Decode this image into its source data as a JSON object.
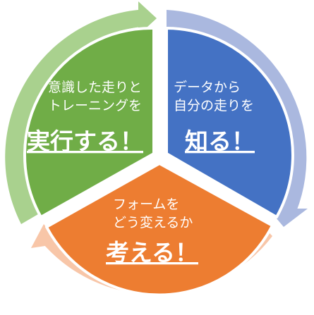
{
  "segments": [
    {
      "id": "know",
      "line1": "データから",
      "line2": "自分の走りを",
      "headline": "知る！",
      "fill": "#4472c4",
      "arrow_color": "#aab8df"
    },
    {
      "id": "think",
      "line1": "フォームを",
      "line2": "どう変えるか",
      "headline": "考える！",
      "fill": "#ed7d31",
      "arrow_color": "#f8c6a8"
    },
    {
      "id": "act",
      "line1": "意識した走りと",
      "line2": "トレーニングを",
      "headline": "実行する！",
      "fill": "#70ad47",
      "arrow_color": "#a9d18e"
    }
  ]
}
